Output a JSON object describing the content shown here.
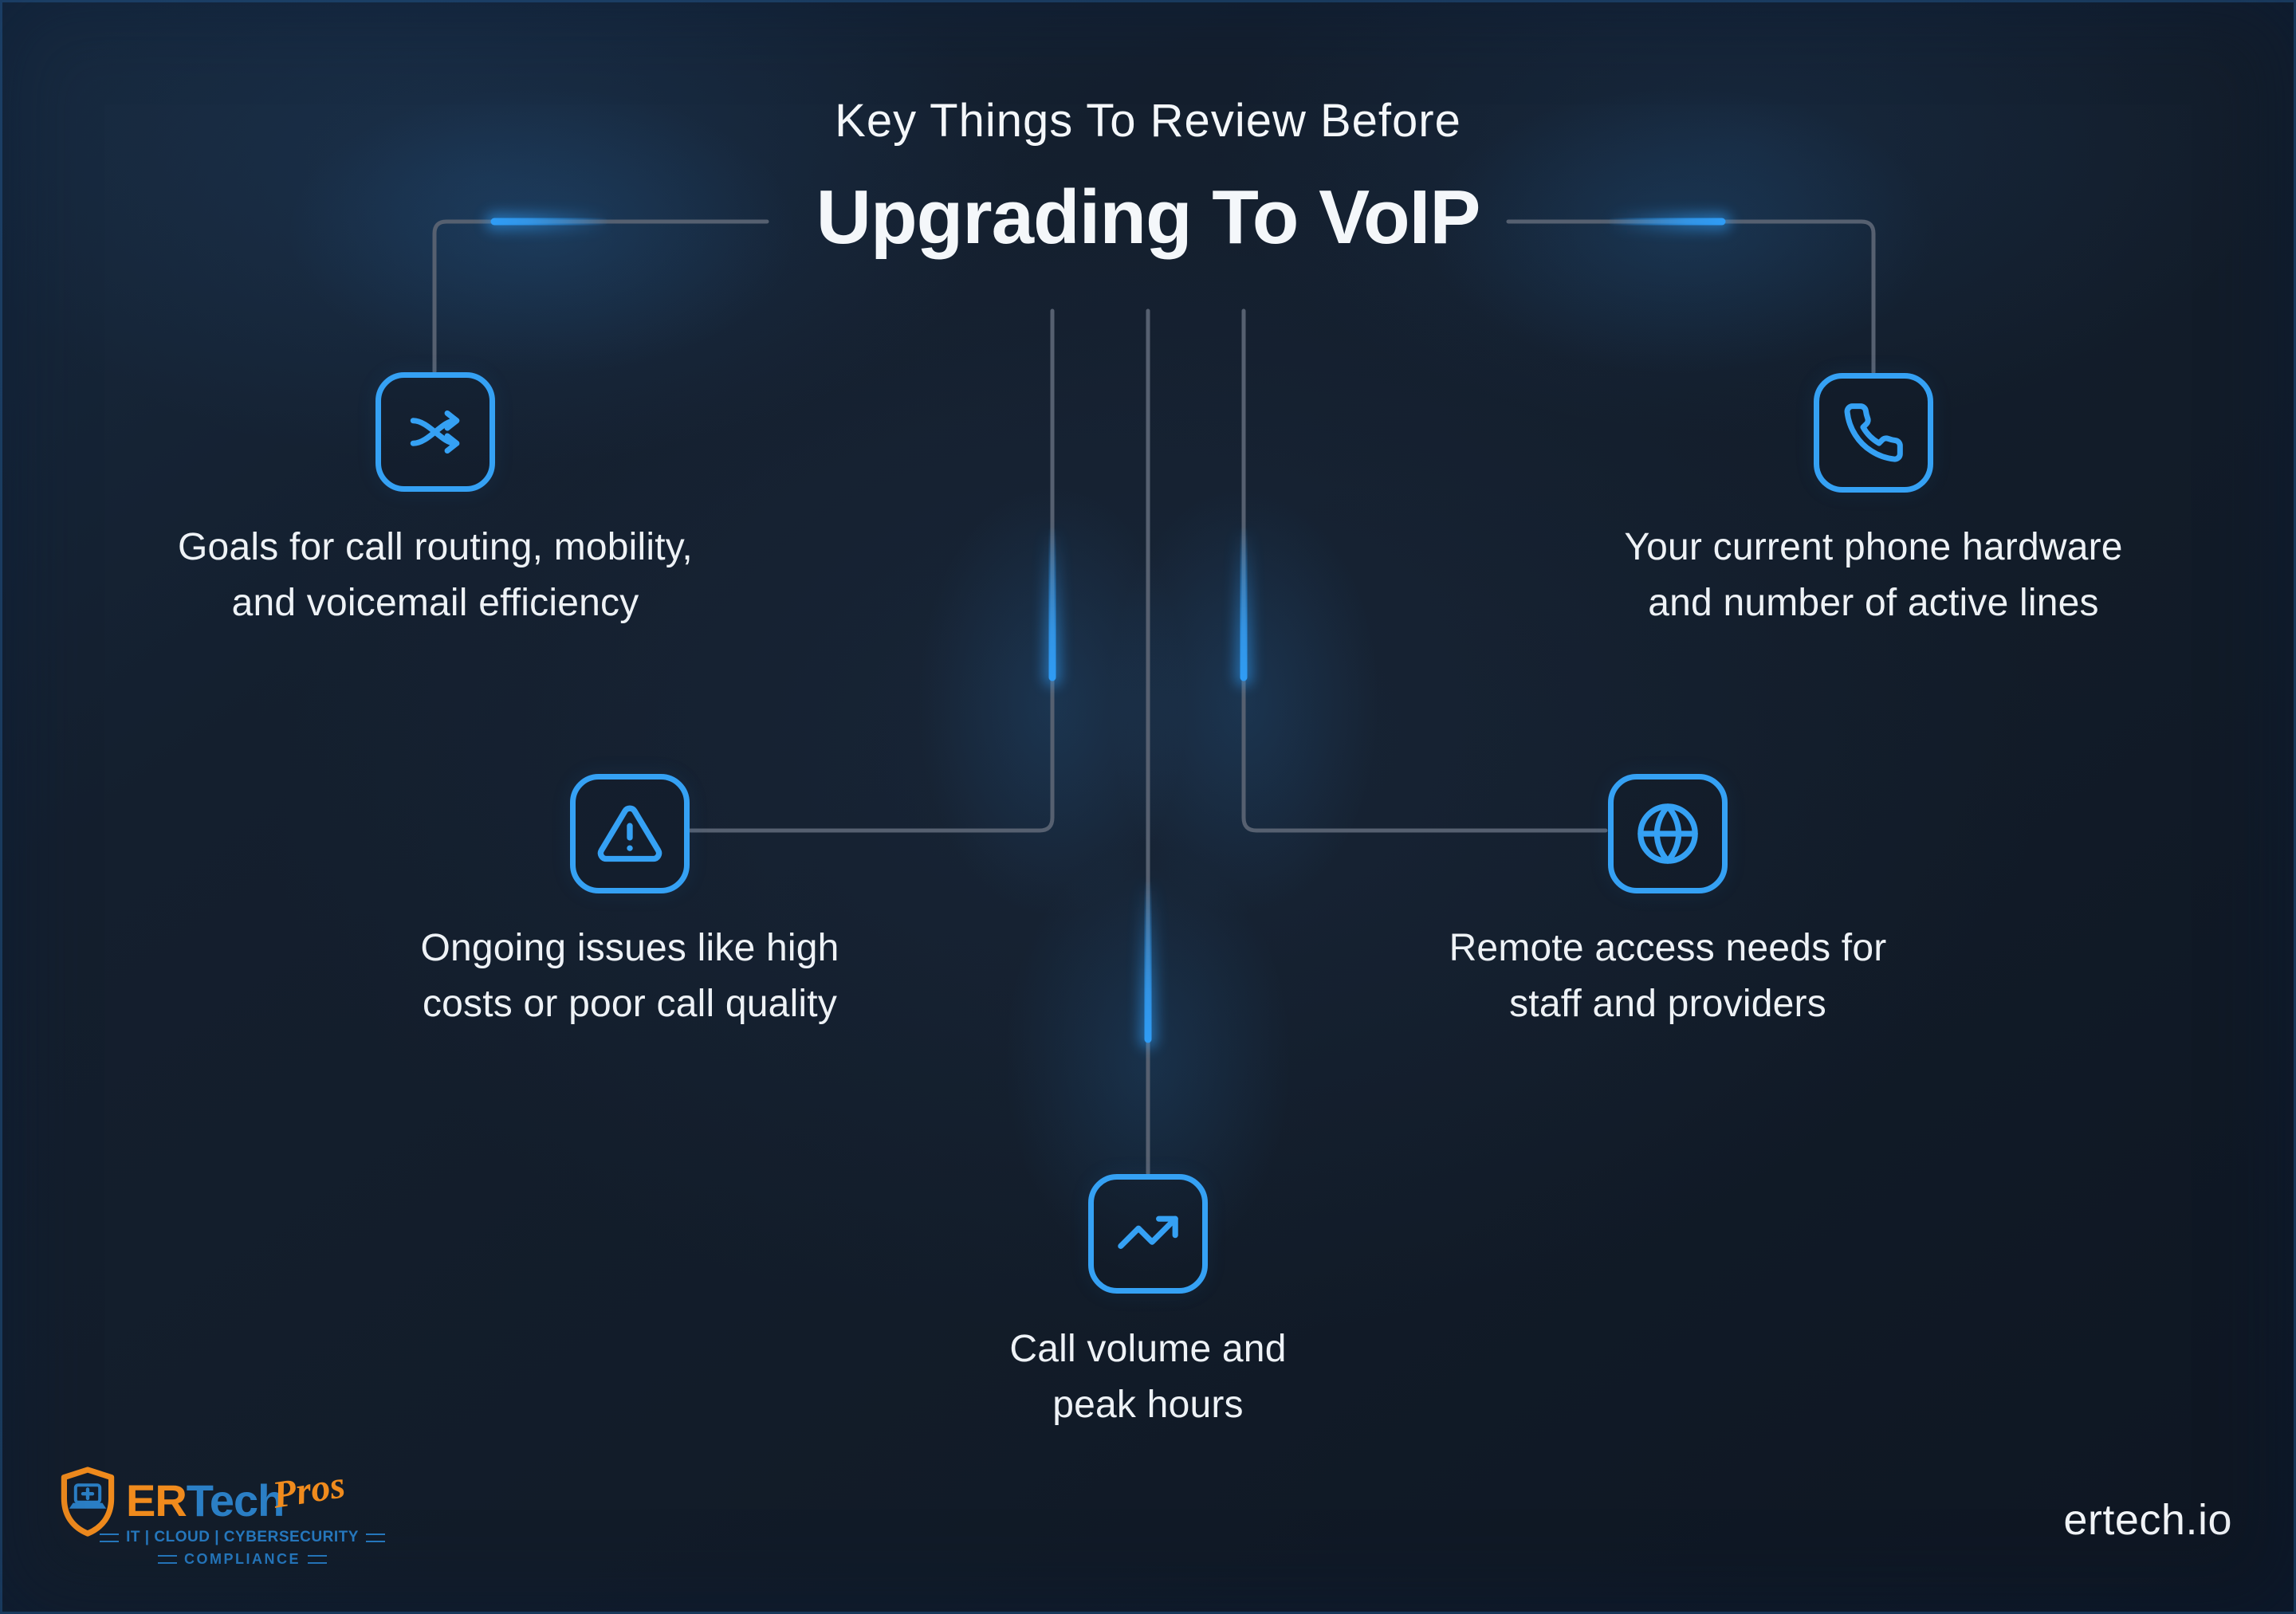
{
  "title": {
    "line1": "Key Things To Review Before",
    "line2": "Upgrading To VoIP"
  },
  "items": [
    {
      "id": "call-routing-goals",
      "icon": "shuffle-icon",
      "label": "Goals for call routing, mobility,\nand voicemail efficiency"
    },
    {
      "id": "phone-hardware",
      "icon": "phone-icon",
      "label": "Your current phone hardware\nand number of active lines"
    },
    {
      "id": "ongoing-issues",
      "icon": "alert-triangle-icon",
      "label": "Ongoing issues like high\ncosts or poor call quality"
    },
    {
      "id": "remote-access",
      "icon": "globe-icon",
      "label": "Remote access needs for\nstaff and providers"
    },
    {
      "id": "call-volume",
      "icon": "trending-up-icon",
      "label": "Call volume and\npeak hours"
    }
  ],
  "logo": {
    "brand_er": "ER",
    "brand_tech": "Tech",
    "brand_pros": "Pros",
    "tagline_services": "IT | CLOUD | CYBERSECURITY",
    "tagline_compliance": "COMPLIANCE"
  },
  "footer": {
    "website": "ertech.io"
  },
  "colors": {
    "accent_blue": "#35a1f4",
    "glow_blue": "#2f9cf5",
    "line_gray": "#566070",
    "logo_orange": "#f08b1d",
    "logo_blue": "#2b7fc5",
    "text": "#eef2f6",
    "background": "#131d2b"
  }
}
